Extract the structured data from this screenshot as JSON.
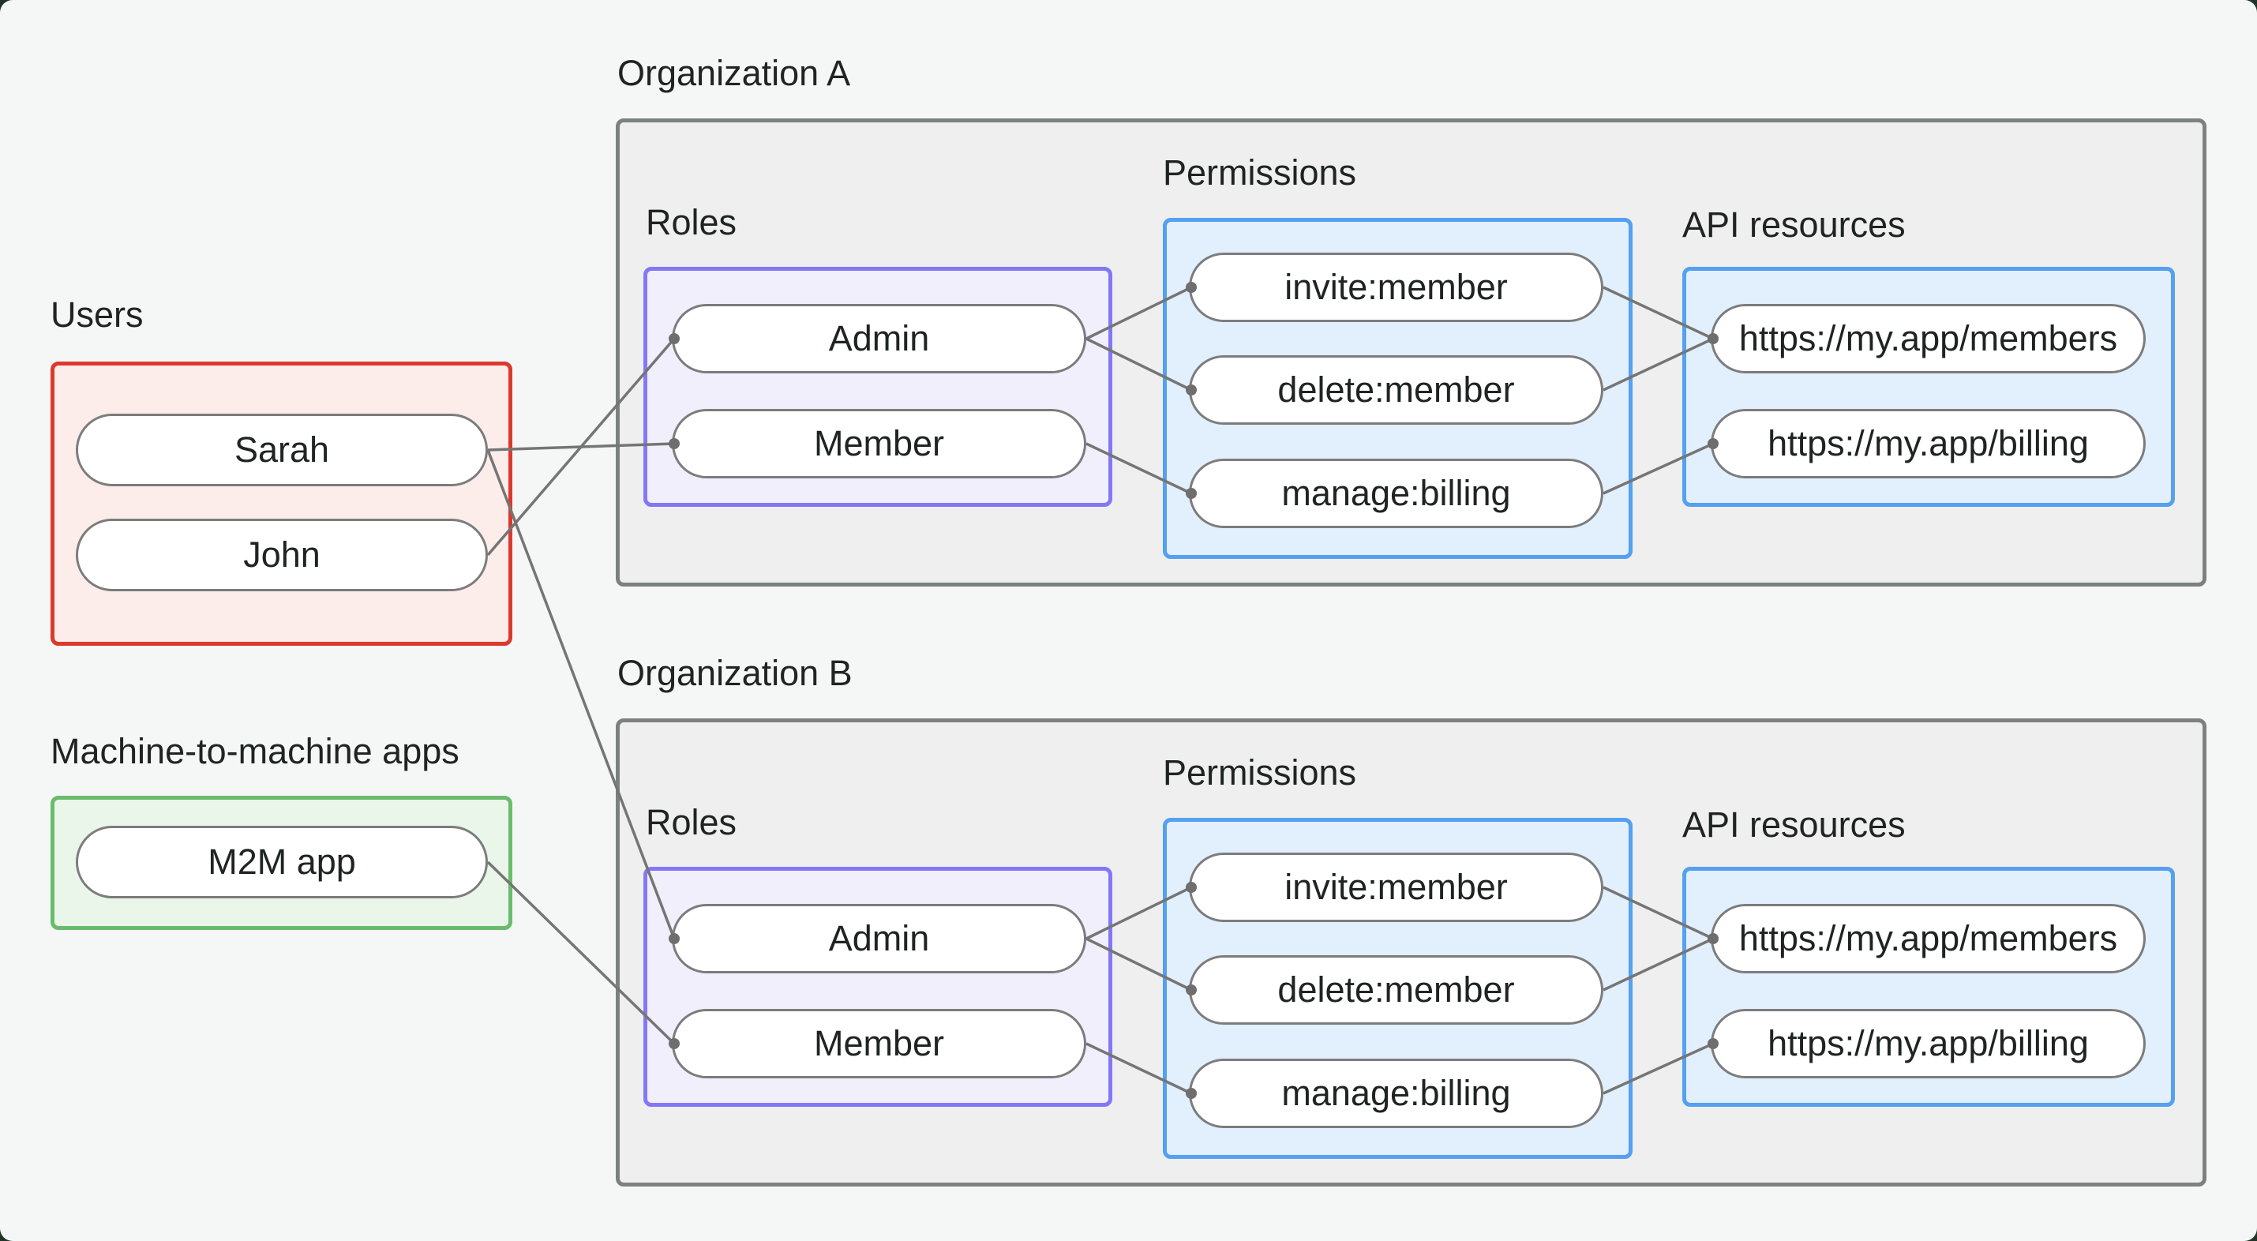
{
  "page": {
    "background": "#f5f7f6",
    "corner_backdrop": "#1e3527"
  },
  "users_group": {
    "label": "Users",
    "items": [
      "Sarah",
      "John"
    ],
    "border_color": "#dc392e",
    "fill_color": "#fcedeb"
  },
  "m2m_group": {
    "label": "Machine-to-machine apps",
    "items": [
      "M2M app"
    ],
    "border_color": "#6abc6c",
    "fill_color": "#eaf6ea"
  },
  "orgs": [
    {
      "label": "Organization A",
      "roles": {
        "label": "Roles",
        "items": [
          "Admin",
          "Member"
        ]
      },
      "permissions": {
        "label": "Permissions",
        "items": [
          "invite:member",
          "delete:member",
          "manage:billing"
        ]
      },
      "api_resources": {
        "label": "API resources",
        "items": [
          "https://my.app/members",
          "https://my.app/billing"
        ]
      }
    },
    {
      "label": "Organization B",
      "roles": {
        "label": "Roles",
        "items": [
          "Admin",
          "Member"
        ]
      },
      "permissions": {
        "label": "Permissions",
        "items": [
          "invite:member",
          "delete:member",
          "manage:billing"
        ]
      },
      "api_resources": {
        "label": "API resources",
        "items": [
          "https://my.app/members",
          "https://my.app/billing"
        ]
      }
    }
  ],
  "styles": {
    "roles_border": "#8377f8",
    "roles_fill": "#f2effd",
    "blue_border": "#55a0f1",
    "blue_fill": "#e2effc",
    "org_fill": "#eeefee",
    "org_border": "#7b817e",
    "pill_border": "#7c7c7c",
    "line_color": "#757575",
    "dot_color": "#6e6e6e"
  },
  "connections": [
    {
      "from": "Sarah",
      "to": "Organization A / Member"
    },
    {
      "from": "John",
      "to": "Organization A / Admin"
    },
    {
      "from": "Sarah",
      "to": "Organization B / Admin"
    },
    {
      "from": "M2M app",
      "to": "Organization B / Member"
    },
    {
      "from": "Organization A / Admin",
      "to": "Organization A / invite:member"
    },
    {
      "from": "Organization A / Admin",
      "to": "Organization A / delete:member"
    },
    {
      "from": "Organization A / Member",
      "to": "Organization A / manage:billing"
    },
    {
      "from": "Organization A / invite:member",
      "to": "Organization A / https://my.app/members"
    },
    {
      "from": "Organization A / delete:member",
      "to": "Organization A / https://my.app/members"
    },
    {
      "from": "Organization A / manage:billing",
      "to": "Organization A / https://my.app/billing"
    },
    {
      "from": "Organization B / Admin",
      "to": "Organization B / invite:member"
    },
    {
      "from": "Organization B / Admin",
      "to": "Organization B / delete:member"
    },
    {
      "from": "Organization B / Member",
      "to": "Organization B / manage:billing"
    },
    {
      "from": "Organization B / invite:member",
      "to": "Organization B / https://my.app/members"
    },
    {
      "from": "Organization B / delete:member",
      "to": "Organization B / https://my.app/members"
    },
    {
      "from": "Organization B / manage:billing",
      "to": "Organization B / https://my.app/billing"
    }
  ]
}
